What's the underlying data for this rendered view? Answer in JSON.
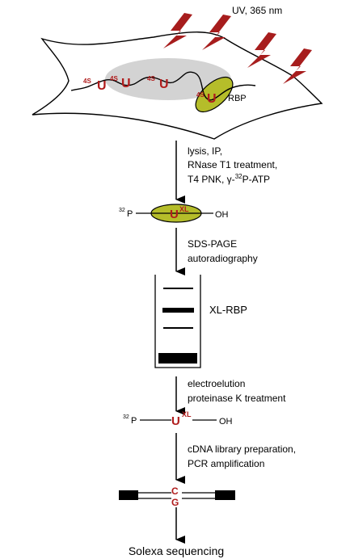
{
  "colors": {
    "accent_red": "#b01c1c",
    "rbp_green": "#b5bd2a",
    "nucleus_gray": "#d3d3d3",
    "line": "#000000"
  },
  "top": {
    "uv_label": "UV, 365 nm",
    "nucleotide_4su_prefix": "4S",
    "nucleotide_u": "U",
    "rbp_label": "RBP"
  },
  "steps": [
    {
      "lines": [
        "lysis, IP,",
        "RNase T1 treatment,",
        "T4 PNK, γ-"
      ],
      "atp_sup": "32",
      "atp_tail": "P-ATP"
    },
    {
      "lines": [
        "SDS-PAGE",
        "autoradiography"
      ]
    },
    {
      "lines": [
        "electroelution",
        "proteinase K treatment"
      ]
    },
    {
      "lines": [
        "cDNA library preparation,",
        "PCR amplification"
      ]
    }
  ],
  "labeled_rna_1": {
    "p_sup": "32",
    "p": "P",
    "u": "U",
    "xl": "XL",
    "oh": "OH"
  },
  "gel": {
    "label": "XL-RBP"
  },
  "labeled_rna_2": {
    "p_sup": "32",
    "p": "P",
    "u": "U",
    "xl": "XL",
    "oh": "OH"
  },
  "cdna": {
    "top_base": "C",
    "bottom_base": "G"
  },
  "final_label": "Solexa sequencing"
}
